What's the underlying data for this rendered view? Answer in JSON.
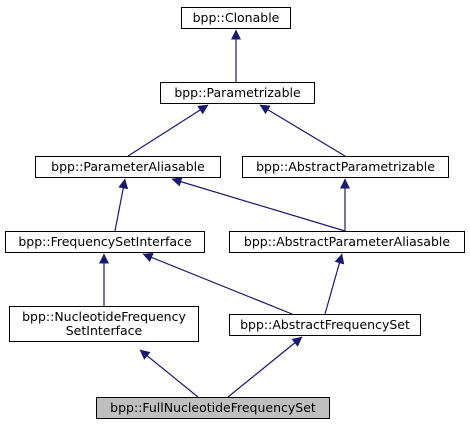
{
  "nodes": [
    {
      "id": "clonable",
      "lines": [
        "bpp::Clonable"
      ],
      "highlight": false
    },
    {
      "id": "parametrizable",
      "lines": [
        "bpp::Parametrizable"
      ],
      "highlight": false
    },
    {
      "id": "parameter_aliasable",
      "lines": [
        "bpp::ParameterAliasable"
      ],
      "highlight": false
    },
    {
      "id": "abstract_parametrizable",
      "lines": [
        "bpp::AbstractParametrizable"
      ],
      "highlight": false
    },
    {
      "id": "frequency_set_interface",
      "lines": [
        "bpp::FrequencySetInterface"
      ],
      "highlight": false
    },
    {
      "id": "abstract_parameter_aliasable",
      "lines": [
        "bpp::AbstractParameterAliasable"
      ],
      "highlight": false
    },
    {
      "id": "nucleotide_frequency_set_interface",
      "lines": [
        "bpp::NucleotideFrequency",
        "SetInterface"
      ],
      "highlight": false
    },
    {
      "id": "abstract_frequency_set",
      "lines": [
        "bpp::AbstractFrequencySet"
      ],
      "highlight": false
    },
    {
      "id": "full_nucleotide_frequency_set",
      "lines": [
        "bpp::FullNucleotideFrequencySet"
      ],
      "highlight": true
    }
  ],
  "edges": [
    {
      "from": "parametrizable",
      "to": "clonable"
    },
    {
      "from": "parameter_aliasable",
      "to": "parametrizable"
    },
    {
      "from": "abstract_parametrizable",
      "to": "parametrizable"
    },
    {
      "from": "frequency_set_interface",
      "to": "parameter_aliasable"
    },
    {
      "from": "abstract_parameter_aliasable",
      "to": "parameter_aliasable"
    },
    {
      "from": "abstract_parameter_aliasable",
      "to": "abstract_parametrizable"
    },
    {
      "from": "nucleotide_frequency_set_interface",
      "to": "frequency_set_interface"
    },
    {
      "from": "abstract_frequency_set",
      "to": "frequency_set_interface"
    },
    {
      "from": "abstract_frequency_set",
      "to": "abstract_parameter_aliasable"
    },
    {
      "from": "full_nucleotide_frequency_set",
      "to": "nucleotide_frequency_set_interface"
    },
    {
      "from": "full_nucleotide_frequency_set",
      "to": "abstract_frequency_set"
    }
  ],
  "colors": {
    "edge": "#191970",
    "border": "#000000",
    "highlight_fill": "#bfbfbf",
    "fill": "#ffffff"
  }
}
